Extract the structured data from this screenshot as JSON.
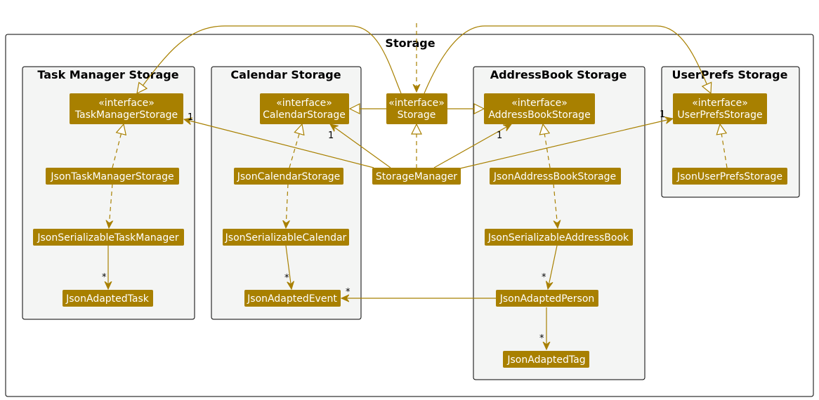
{
  "diagram": {
    "outer_package": "Storage",
    "packages": {
      "task_manager": "Task Manager Storage",
      "calendar": "Calendar Storage",
      "address_book": "AddressBook Storage",
      "user_prefs": "UserPrefs Storage"
    },
    "classes": {
      "task_manager_storage": {
        "stereotype": "«interface»",
        "name": "TaskManagerStorage"
      },
      "calendar_storage": {
        "stereotype": "«interface»",
        "name": "CalendarStorage"
      },
      "storage": {
        "stereotype": "«interface»",
        "name": "Storage"
      },
      "address_book_storage": {
        "stereotype": "«interface»",
        "name": "AddressBookStorage"
      },
      "user_prefs_storage": {
        "stereotype": "«interface»",
        "name": "UserPrefsStorage"
      },
      "json_task_manager_storage": {
        "name": "JsonTaskManagerStorage"
      },
      "json_calendar_storage": {
        "name": "JsonCalendarStorage"
      },
      "storage_manager": {
        "name": "StorageManager"
      },
      "json_address_book_storage": {
        "name": "JsonAddressBookStorage"
      },
      "json_user_prefs_storage": {
        "name": "JsonUserPrefsStorage"
      },
      "json_serializable_task_manager": {
        "name": "JsonSerializableTaskManager"
      },
      "json_serializable_calendar": {
        "name": "JsonSerializableCalendar"
      },
      "json_serializable_address_book": {
        "name": "JsonSerializableAddressBook"
      },
      "json_adapted_task": {
        "name": "JsonAdaptedTask"
      },
      "json_adapted_event": {
        "name": "JsonAdaptedEvent"
      },
      "json_adapted_person": {
        "name": "JsonAdaptedPerson"
      },
      "json_adapted_tag": {
        "name": "JsonAdaptedTag"
      }
    },
    "multiplicities": {
      "task_manager_one": "1",
      "calendar_one": "1",
      "address_book_one": "1",
      "user_prefs_one": "1",
      "task_many": "*",
      "event_many_calendar": "*",
      "event_many_person": "*",
      "person_many": "*",
      "tag_many": "*"
    },
    "colors": {
      "class_fill": "#a88000",
      "edge": "#a88000",
      "package_fill": "#f4f5f4",
      "border": "#000000"
    }
  }
}
